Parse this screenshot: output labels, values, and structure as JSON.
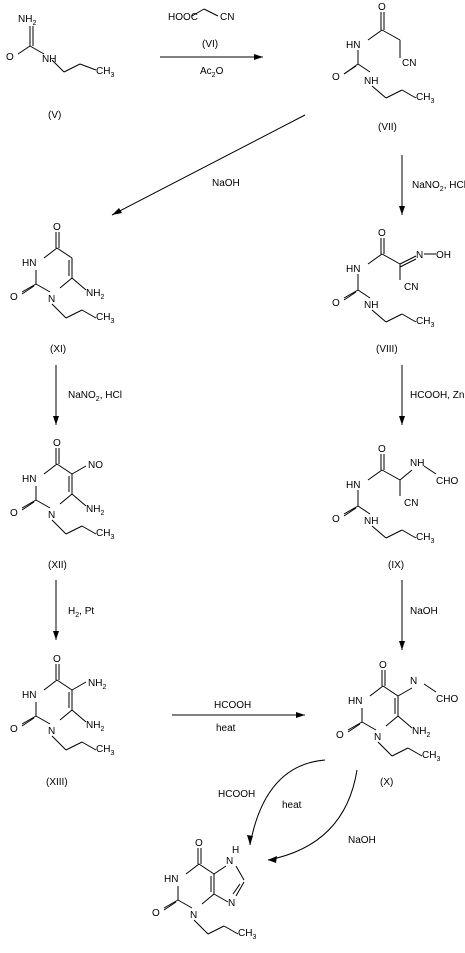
{
  "compounds": {
    "V": "(V)",
    "VII": "(VII)",
    "VIII": "(VIII)",
    "IX": "(IX)",
    "X": "(X)",
    "XI": "(XI)",
    "XII": "(XII)",
    "XIII": "(XIII)"
  },
  "reagents": {
    "r1_top": "HOOC",
    "r1_top_b": "CN",
    "r1_label": "(VI)",
    "r1_bottom": "Ac",
    "r1_bottom_sub": "2",
    "r1_bottom_b": "O",
    "r2": "NaOH",
    "r3": "NaNO",
    "r3_sub": "2",
    "r3_b": ", HCl",
    "r4": "HCOOH, Zn",
    "r5": "NaOH",
    "r6": "NaNO",
    "r6_sub": "2",
    "r6_b": ", HCl",
    "r7": "H",
    "r7_sub": "2",
    "r7_b": ", Pt",
    "r8_top": "HCOOH",
    "r8_bottom": "heat",
    "r9_a": "HCOOH",
    "r9_b": "heat",
    "r10": "NaOH"
  },
  "atoms": {
    "O": "O",
    "N": "N",
    "NH": "NH",
    "HN": "HN",
    "NH2": "NH",
    "two": "2",
    "CH3": "CH",
    "three": "3",
    "CN": "CN",
    "NOH": "N",
    "OH": "OH",
    "NO": "NO",
    "NCHO": "N",
    "CHO": "CHO",
    "H": "H"
  }
}
